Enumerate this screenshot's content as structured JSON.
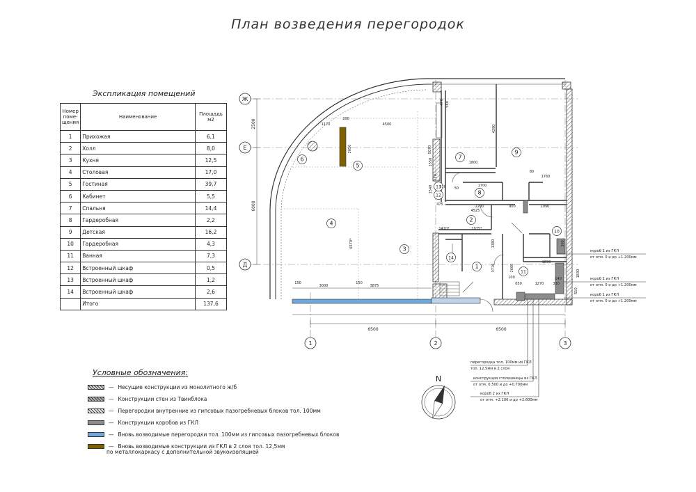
{
  "title": "План возведения перегородок",
  "explication": {
    "title": "Экспликация помещений",
    "headers": [
      "Номер поме-щения",
      "Наименование",
      "Площадь м2"
    ],
    "rows": [
      {
        "n": "1",
        "name": "Прихожая",
        "area": "6,1"
      },
      {
        "n": "2",
        "name": "Холл",
        "area": "8,0"
      },
      {
        "n": "3",
        "name": "Кухня",
        "area": "12,5"
      },
      {
        "n": "4",
        "name": "Столовая",
        "area": "17,0"
      },
      {
        "n": "5",
        "name": "Гостиная",
        "area": "39,7"
      },
      {
        "n": "6",
        "name": "Кабинет",
        "area": "5,5"
      },
      {
        "n": "7",
        "name": "Спальня",
        "area": "14,4"
      },
      {
        "n": "8",
        "name": "Гардеробная",
        "area": "2,2"
      },
      {
        "n": "9",
        "name": "Детская",
        "area": "16,2"
      },
      {
        "n": "10",
        "name": "Гардеробная",
        "area": "4,3"
      },
      {
        "n": "11",
        "name": "Ванная",
        "area": "7,3"
      },
      {
        "n": "12",
        "name": "Встроенный шкаф",
        "area": "0,5"
      },
      {
        "n": "13",
        "name": "Встроенный шкаф",
        "area": "1,2"
      },
      {
        "n": "14",
        "name": "Встроенный шкаф",
        "area": "2,6"
      },
      {
        "n": "",
        "name": "Итого",
        "area": "137,6"
      }
    ]
  },
  "legend": {
    "title": "Условные обозначения:",
    "items": [
      {
        "color": "#d9d9d9",
        "hatch": true,
        "text": "Несущие конструкции из монолитного ж/б"
      },
      {
        "color": "#b0b0b0",
        "hatch": true,
        "text": "Конструкции стен из Твинблока"
      },
      {
        "color": "#f2f2f2",
        "hatch": true,
        "text": "Перегородки внутренние из гипсовых пазогребневых блоков тол. 100мм"
      },
      {
        "color": "#8c8c8c",
        "hatch": false,
        "text": "Конструкции коробов из ГКЛ"
      },
      {
        "color": "#6fa8dc",
        "hatch": false,
        "text": "Вновь возводимые перегородки тол. 100мм из гипсовых пазогребневых блоков"
      },
      {
        "color": "#7f6000",
        "hatch": false,
        "text": "Вновь возводимые конструкции из ГКЛ в 2 слоя тол. 12,5мм"
      }
    ],
    "extra": "по металлокаркасу с дополнительной звукоизоляцией"
  },
  "axes": {
    "horizontal": [
      "Ж",
      "Е",
      "Д"
    ],
    "vertical": [
      "1",
      "2",
      "3"
    ]
  },
  "rooms": [
    "1",
    "2",
    "3",
    "4",
    "5",
    "6",
    "7",
    "8",
    "9",
    "10",
    "11",
    "12",
    "13",
    "14"
  ],
  "dimensions": {
    "bottom": [
      "6500",
      "6500"
    ],
    "left": [
      "2500",
      "6000"
    ],
    "inner": [
      "1170",
      "4500",
      "200",
      "2050",
      "3000",
      "3875",
      "150",
      "150",
      "1410*",
      "1975*",
      "4525",
      "2200",
      "900",
      "1990",
      "1760",
      "1890",
      "1270",
      "650",
      "100",
      "6570*",
      "1800",
      "1700",
      "5070",
      "1550",
      "1540",
      "4290",
      "3710",
      "2600",
      "1380",
      "1830",
      "470",
      "580",
      "475",
      "80",
      "50",
      "300",
      "330",
      "140",
      "510",
      "370",
      "130"
    ]
  },
  "callouts": [
    {
      "title": "короб 1 из ГКЛ",
      "sub": "от отм. 0 и до +1.200мм"
    },
    {
      "title": "короб 1 из ГКЛ",
      "sub": "от отм. 0 и до +1.200мм"
    },
    {
      "title": "короб 1 из ГКЛ",
      "sub": "от отм. 0 и до +1.200мм"
    },
    {
      "title": "перегородка тол. 100мм из ГКЛ",
      "sub": "тол. 12,5мм в 2 слоя"
    },
    {
      "title": "конструкция столешницы из ГКЛ",
      "sub": "от отм. 0.500 и до +0.700мм"
    },
    {
      "title": "короб 2 из ГКЛ",
      "sub": "от отм. +2.100 и до +2.600мм"
    }
  ],
  "compass": "N"
}
